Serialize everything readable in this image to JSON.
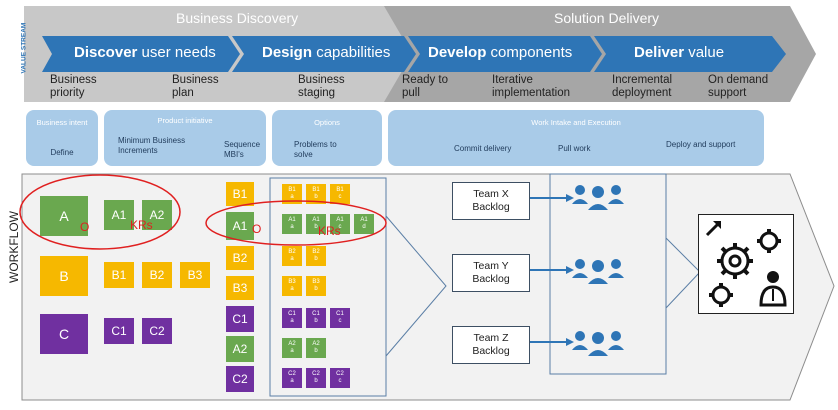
{
  "header": {
    "discovery_title": "Business Discovery",
    "delivery_title": "Solution Delivery",
    "value_stream_label": "VALUE STREAM",
    "stages": [
      {
        "bold": "Discover",
        "rest": "user needs"
      },
      {
        "bold": "Design",
        "rest": "capabilities"
      },
      {
        "bold": "Develop",
        "rest": "components"
      },
      {
        "bold": "Deliver",
        "rest": "value"
      }
    ],
    "milestones": [
      "Business priority",
      "Business plan",
      "Business staging",
      "Ready to pull",
      "Iterative implementation",
      "Incremental deployment",
      "On demand support"
    ]
  },
  "phases": {
    "business_intent": {
      "title": "Business intent",
      "step": "Define"
    },
    "product_initiative": {
      "title": "Product initiative",
      "step1": "Minimum Business Increments",
      "step2": "Sequence MBI's"
    },
    "options": {
      "title": "Options",
      "step": "Problems to solve"
    },
    "work_intake": {
      "title": "Work Intake and Execution",
      "step1": "Commit delivery",
      "step2": "Pull work",
      "step3": "Deploy and support"
    }
  },
  "workflow": {
    "label": "WORKFLOW",
    "intents": [
      "A",
      "B",
      "C"
    ],
    "mbi_a": [
      "A1",
      "A2"
    ],
    "mbi_b": [
      "B1",
      "B2",
      "B3"
    ],
    "mbi_c": [
      "C1",
      "C2"
    ],
    "sequence": [
      "B1",
      "A1",
      "B2",
      "B3",
      "C1",
      "A2",
      "C2"
    ],
    "okr_o": "O",
    "okr_kr": "KRs",
    "options_rows": [
      [
        "B1 a",
        "B1 b",
        "B1 c"
      ],
      [
        "A1 a",
        "A1 b",
        "A1 c",
        "A1 d"
      ],
      [
        "B2 a",
        "B2 b"
      ],
      [
        "B3 a",
        "B3 b"
      ],
      [
        "C1 a",
        "C1 b",
        "C1 c"
      ],
      [
        "A2 a",
        "A2 b"
      ],
      [
        "C2 a",
        "C2 b",
        "C2 c"
      ]
    ],
    "teams": [
      "Team X Backlog",
      "Team Y Backlog",
      "Team Z Backlog"
    ]
  },
  "colors": {
    "green": "#6aa84f",
    "yellow": "#f6b800",
    "purple": "#7030a0",
    "blue": "#2e75b6",
    "phase": "#a9cbe8",
    "grey": "#d9d9d9"
  }
}
